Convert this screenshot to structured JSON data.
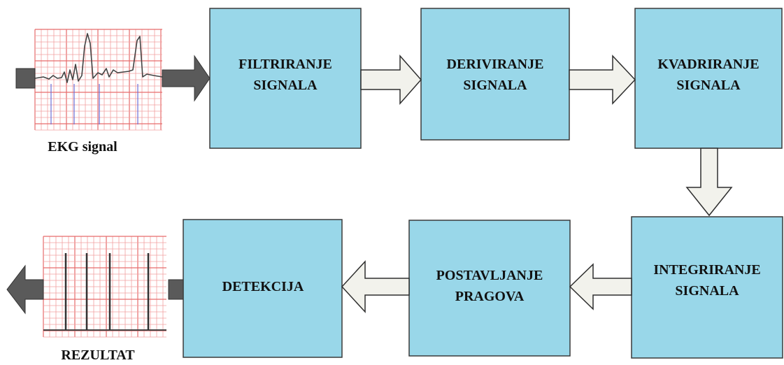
{
  "input_caption": "EKG signal",
  "output_caption": "REZULTAT",
  "blocks": [
    {
      "id": "filtriranje",
      "lines": [
        "FILTRIRANJE",
        "SIGNALA"
      ]
    },
    {
      "id": "deriviranje",
      "lines": [
        "DERIVIRANJE",
        "SIGNALA"
      ]
    },
    {
      "id": "kvadriranje",
      "lines": [
        "KVADRIRANJE",
        "SIGNALA"
      ]
    },
    {
      "id": "integriranje",
      "lines": [
        "INTEGRIRANJE",
        "SIGNALA"
      ]
    },
    {
      "id": "pragovi",
      "lines": [
        "POSTAVLJANJE",
        "PRAGOVA"
      ]
    },
    {
      "id": "detekcija",
      "lines": [
        "DETEKCIJA"
      ]
    }
  ],
  "colors": {
    "block_fill": "#99d7e9",
    "hollow_arrow_fill": "#f2f2ec",
    "dark_arrow_fill": "#5a5a5a",
    "grid_line": "#e66c6c"
  },
  "icons": {
    "input_plot": "ekg-waveform-icon",
    "output_plot": "detection-spikes-icon"
  }
}
